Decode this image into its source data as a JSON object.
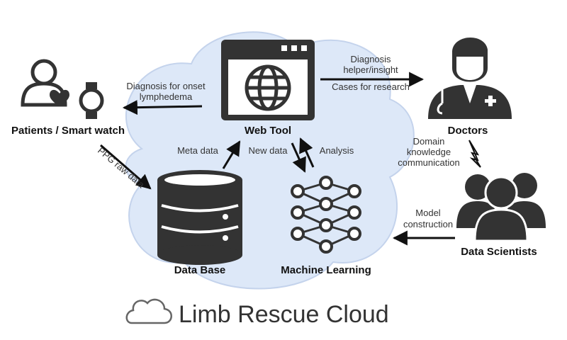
{
  "nodes": {
    "web_tool": "Web Tool",
    "patients": "Patients / Smart watch",
    "doctors": "Doctors",
    "data_scientists": "Data Scientists",
    "data_base": "Data Base",
    "machine_learning": "Machine Learning"
  },
  "edges": {
    "diagnosis_onset_1": "Diagnosis for onset",
    "diagnosis_onset_2": "lymphedema",
    "diagnosis_helper_1": "Diagnosis",
    "diagnosis_helper_2": "helper/insight",
    "cases_research": "Cases for research",
    "ppg_raw": "PPG raw data",
    "meta_data": "Meta data",
    "new_data": "New data",
    "analysis": "Analysis",
    "domain_1": "Domain",
    "domain_2": "knowledge",
    "domain_3": "communication",
    "model_1": "Model",
    "model_2": "construction"
  },
  "footer": {
    "title": "Limb Rescue Cloud"
  },
  "colors": {
    "cloud_fill": "#dde8f8",
    "cloud_stroke": "#c4d3ec",
    "icon": "#333333"
  }
}
